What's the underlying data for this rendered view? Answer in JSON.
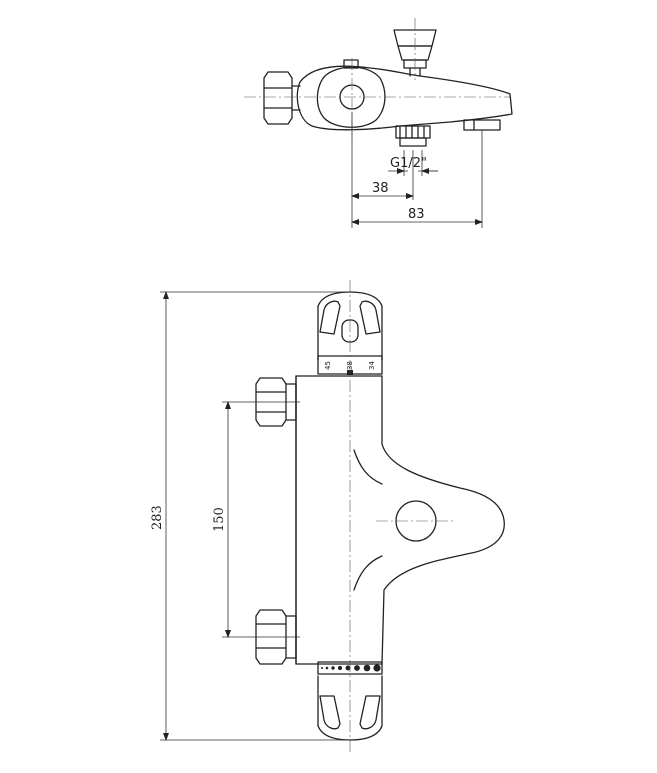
{
  "top_view": {
    "dimensions": {
      "thread": "G1/2\"",
      "offset": "38",
      "depth": "83"
    }
  },
  "front_view": {
    "dimensions": {
      "height": "283",
      "inlet_spacing": "150"
    },
    "temperature_scale": [
      "45",
      "38",
      "34"
    ]
  }
}
